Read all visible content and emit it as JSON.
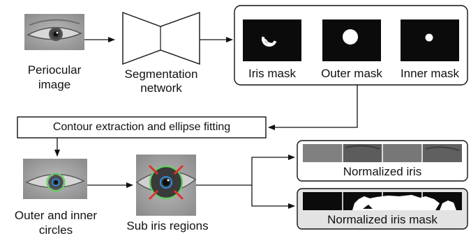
{
  "periocular": {
    "line1": "Periocular",
    "line2": "image"
  },
  "segmentation": {
    "line1": "Segmentation",
    "line2": "network"
  },
  "masks": {
    "iris": "Iris mask",
    "outer": "Outer mask",
    "inner": "Inner mask"
  },
  "contour": "Contour extraction and ellipse fitting",
  "circles": {
    "line1": "Outer and inner",
    "line2": "circles"
  },
  "sub_regions": "Sub iris regions",
  "normalized_iris": "Normalized iris",
  "normalized_mask": "Normalized iris mask",
  "colors": {
    "ink": "#111111",
    "mask_bg": "#0b0b0b",
    "mask_fg": "#ffffff",
    "mask_panel_bg": "#e3e3e3",
    "outer_circle": "#5fd15f",
    "inner_circle": "#2f8fe0",
    "region_marker": "#e03030"
  }
}
